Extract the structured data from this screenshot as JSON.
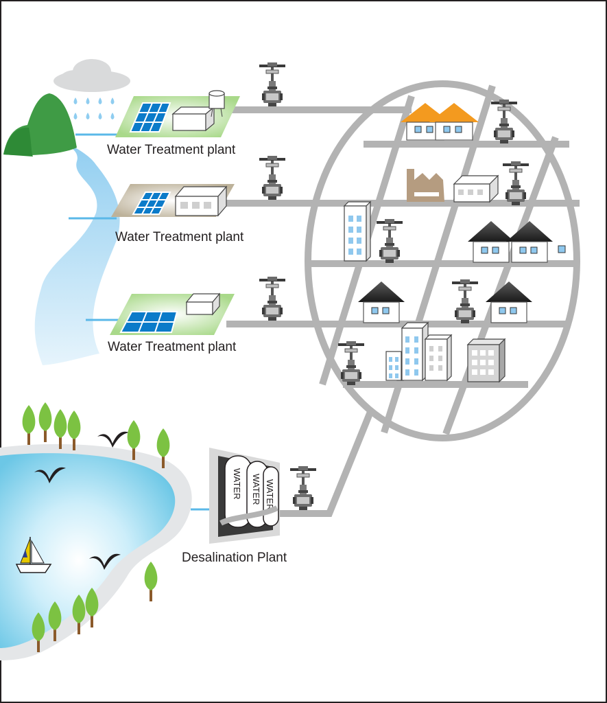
{
  "labels": {
    "plant_1": "Water Treatment plant",
    "plant_2": "Water Treatment plant",
    "plant_3": "Water Treatment plant",
    "desalination": "Desalination Plant",
    "tank_1": "WATER",
    "tank_2": "WATER",
    "tank_3": "WATER"
  },
  "colors": {
    "pipe": "#b3b3b3",
    "river": "#bfe3f7",
    "lake": "#9fd8ee",
    "mountain": "#3f9b45",
    "tree": "#7cc242",
    "orange_roof": "#f39a1f",
    "solar_panel": "#0b7bc9"
  }
}
